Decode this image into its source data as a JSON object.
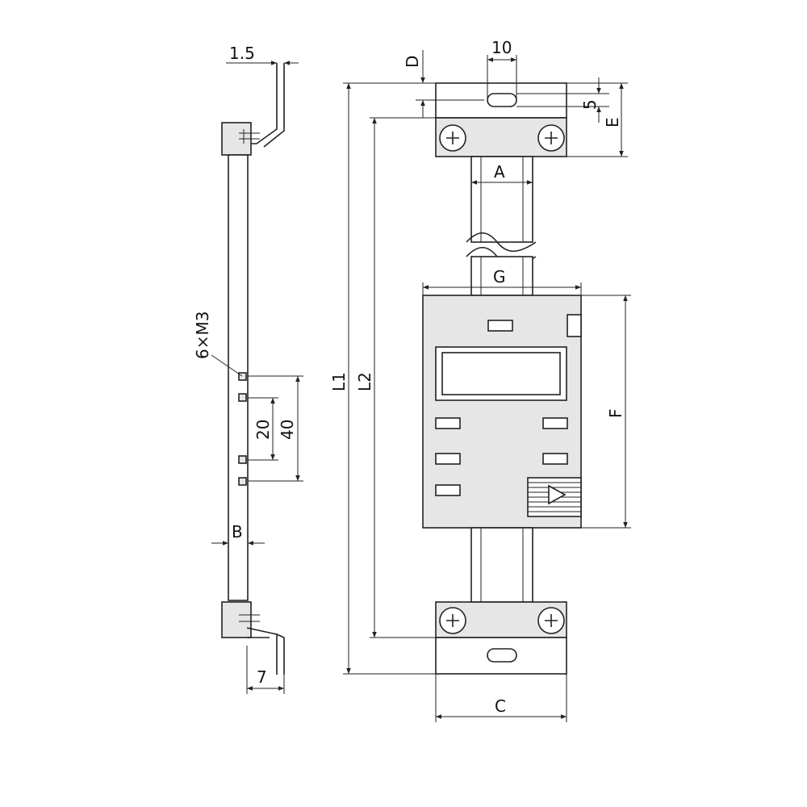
{
  "labels": {
    "d_1_5": "1.5",
    "d_7": "7",
    "d_6xm3": "6×M3",
    "d_20": "20",
    "d_40": "40",
    "d_b": "B",
    "d_d": "D",
    "d_10": "10",
    "d_5": "5",
    "d_e": "E",
    "d_a": "A",
    "d_g": "G",
    "d_f": "F",
    "d_l1": "L1",
    "d_l2": "L2",
    "d_c": "C"
  }
}
